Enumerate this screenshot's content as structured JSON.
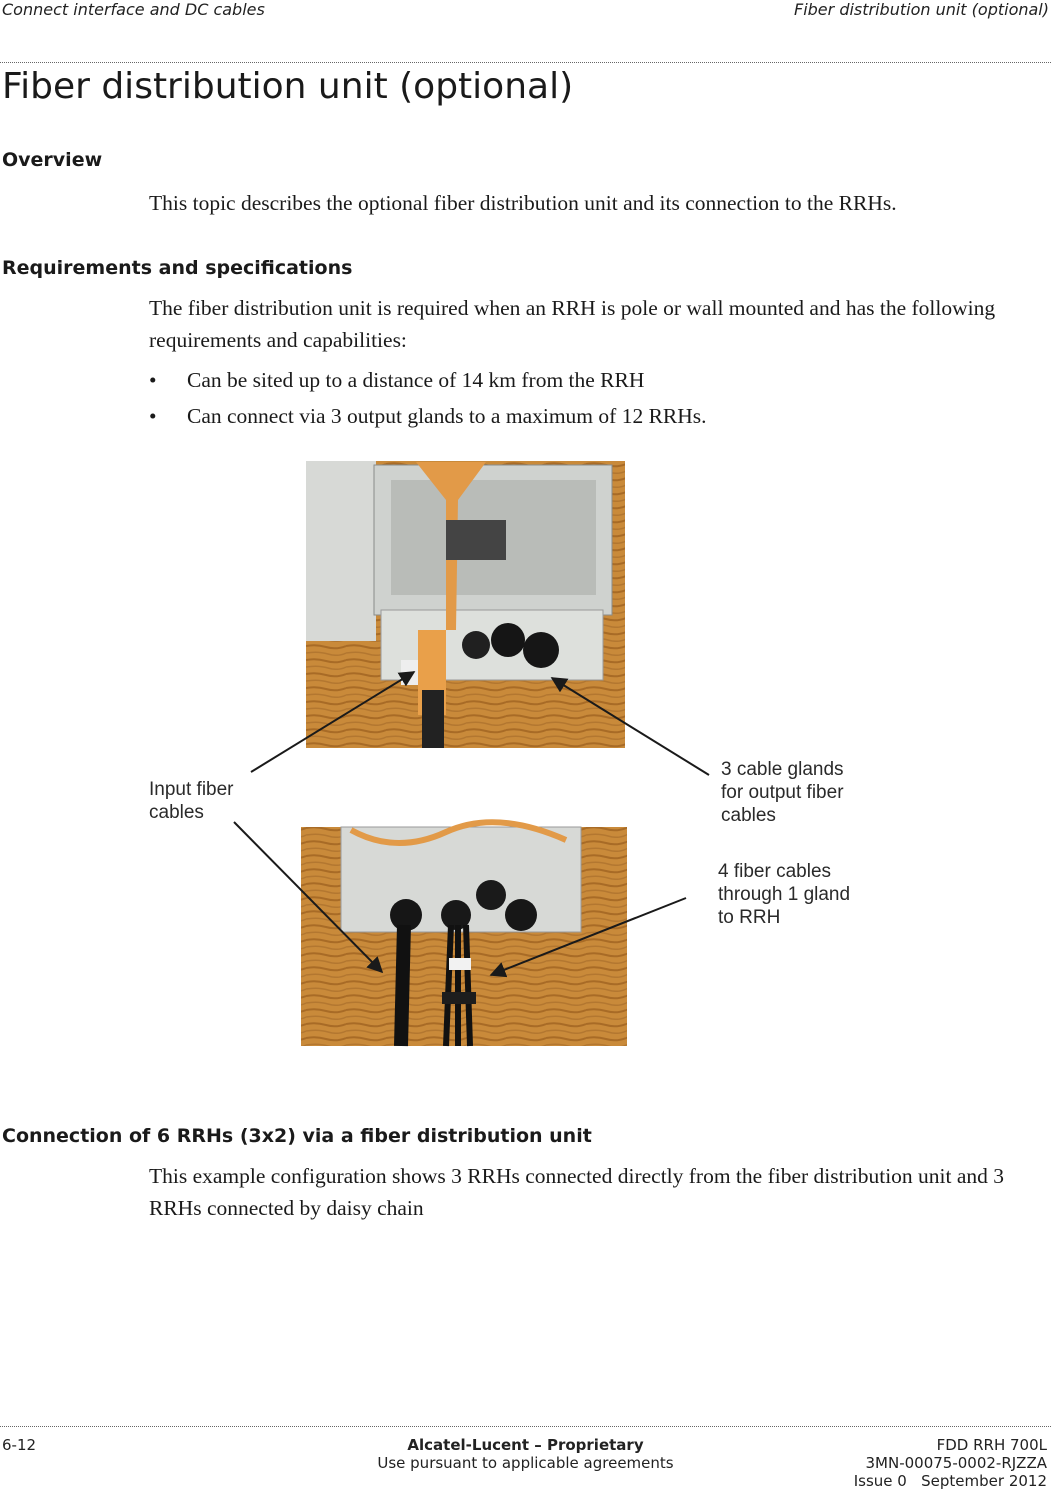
{
  "header": {
    "left": "Connect interface and DC cables",
    "right": "Fiber distribution unit (optional)"
  },
  "title": "Fiber distribution unit (optional)",
  "sections": {
    "overview": {
      "heading": "Overview",
      "text": "This topic describes the optional fiber distribution unit and its connection to the RRHs."
    },
    "requirements": {
      "heading": "Requirements and specifications",
      "text": "The fiber distribution unit is required when an RRH is pole or wall mounted and has the following requirements and capabilities:",
      "bullets": [
        "Can be sited up to a distance of 14 km from the RRH",
        "Can connect via 3 output glands to a maximum of 12 RRHs."
      ]
    },
    "connection": {
      "heading": "Connection of 6 RRHs (3x2) via a fiber distribution unit",
      "text": "This example configuration shows 3 RRHs connected directly from the fiber distribution unit and 3 RRHs connected by daisy chain"
    }
  },
  "figure": {
    "callouts": {
      "input": "Input fiber\ncables",
      "glands": "3 cable glands\nfor output fiber\ncables",
      "fiber": "4 fiber cables\nthrough 1 gland\nto RRH"
    }
  },
  "footer": {
    "page": "6-12",
    "company": "Alcatel-Lucent – Proprietary",
    "notice": "Use pursuant to applicable agreements",
    "product": "FDD RRH 700L",
    "doc_number": "3MN-00075-0002-RJZZA",
    "issue": "Issue 0   September 2012"
  }
}
